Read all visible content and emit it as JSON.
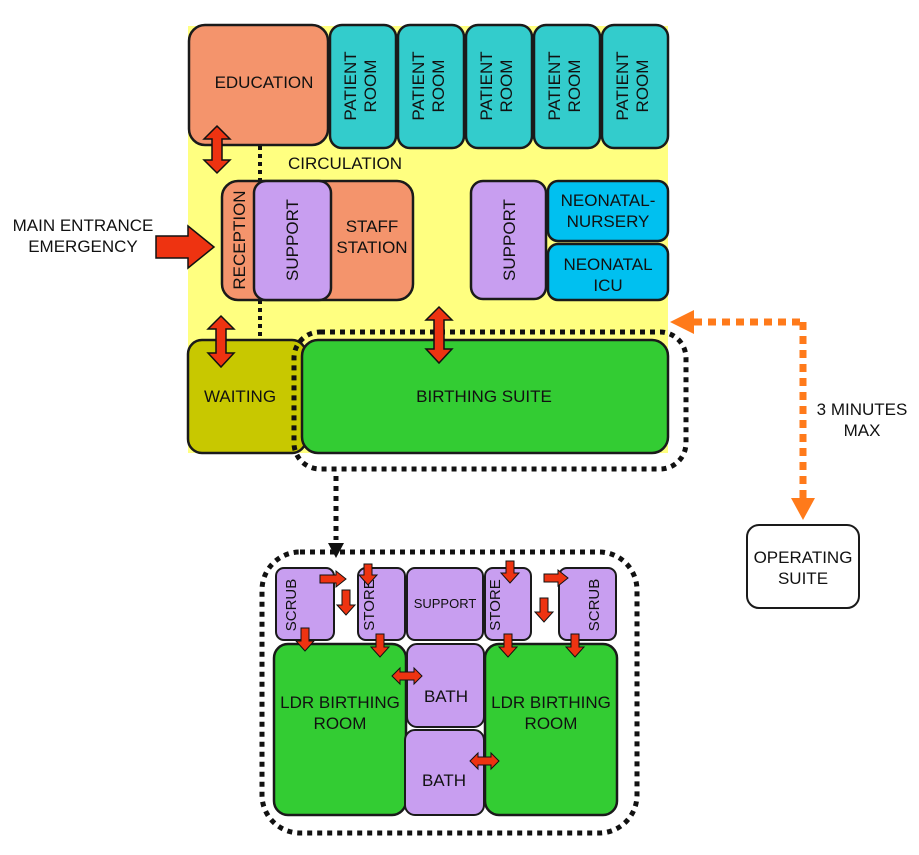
{
  "colors": {
    "circulation": "#ffff80",
    "orange_room": "#f4946c",
    "teal_room": "#33cccc",
    "cyan_room": "#00c0f0",
    "purple_room": "#c89ef0",
    "green_room": "#33cc33",
    "olive_room": "#c8c800",
    "red_arrow": "#ee3311",
    "orange_arrow": "#ff7a1a",
    "outline": "#1a1a1a"
  },
  "labels": {
    "education": "EDUCATION",
    "patient_room": [
      "PATIENT",
      "ROOM"
    ],
    "circulation": "CIRCULATION",
    "main_entrance": [
      "MAIN ENTRANCE",
      "EMERGENCY"
    ],
    "reception": "RECEPTION",
    "support": "SUPPORT",
    "staff_station": [
      "STAFF",
      "STATION"
    ],
    "neonatal_nursery": [
      "NEONATAL-",
      "NURSERY"
    ],
    "neonatal_icu": [
      "NEONATAL",
      "ICU"
    ],
    "waiting": "WAITING",
    "birthing_suite": "BIRTHING SUITE",
    "three_minutes": [
      "3 MINUTES",
      "MAX"
    ],
    "operating_suite": [
      "OPERATING",
      "SUITE"
    ],
    "scrub": "SCRUB",
    "store": "STORE",
    "suite_support": "SUPPORT",
    "ldr_birthing_room": [
      "LDR BIRTHING",
      "ROOM"
    ],
    "bath": "BATH"
  }
}
